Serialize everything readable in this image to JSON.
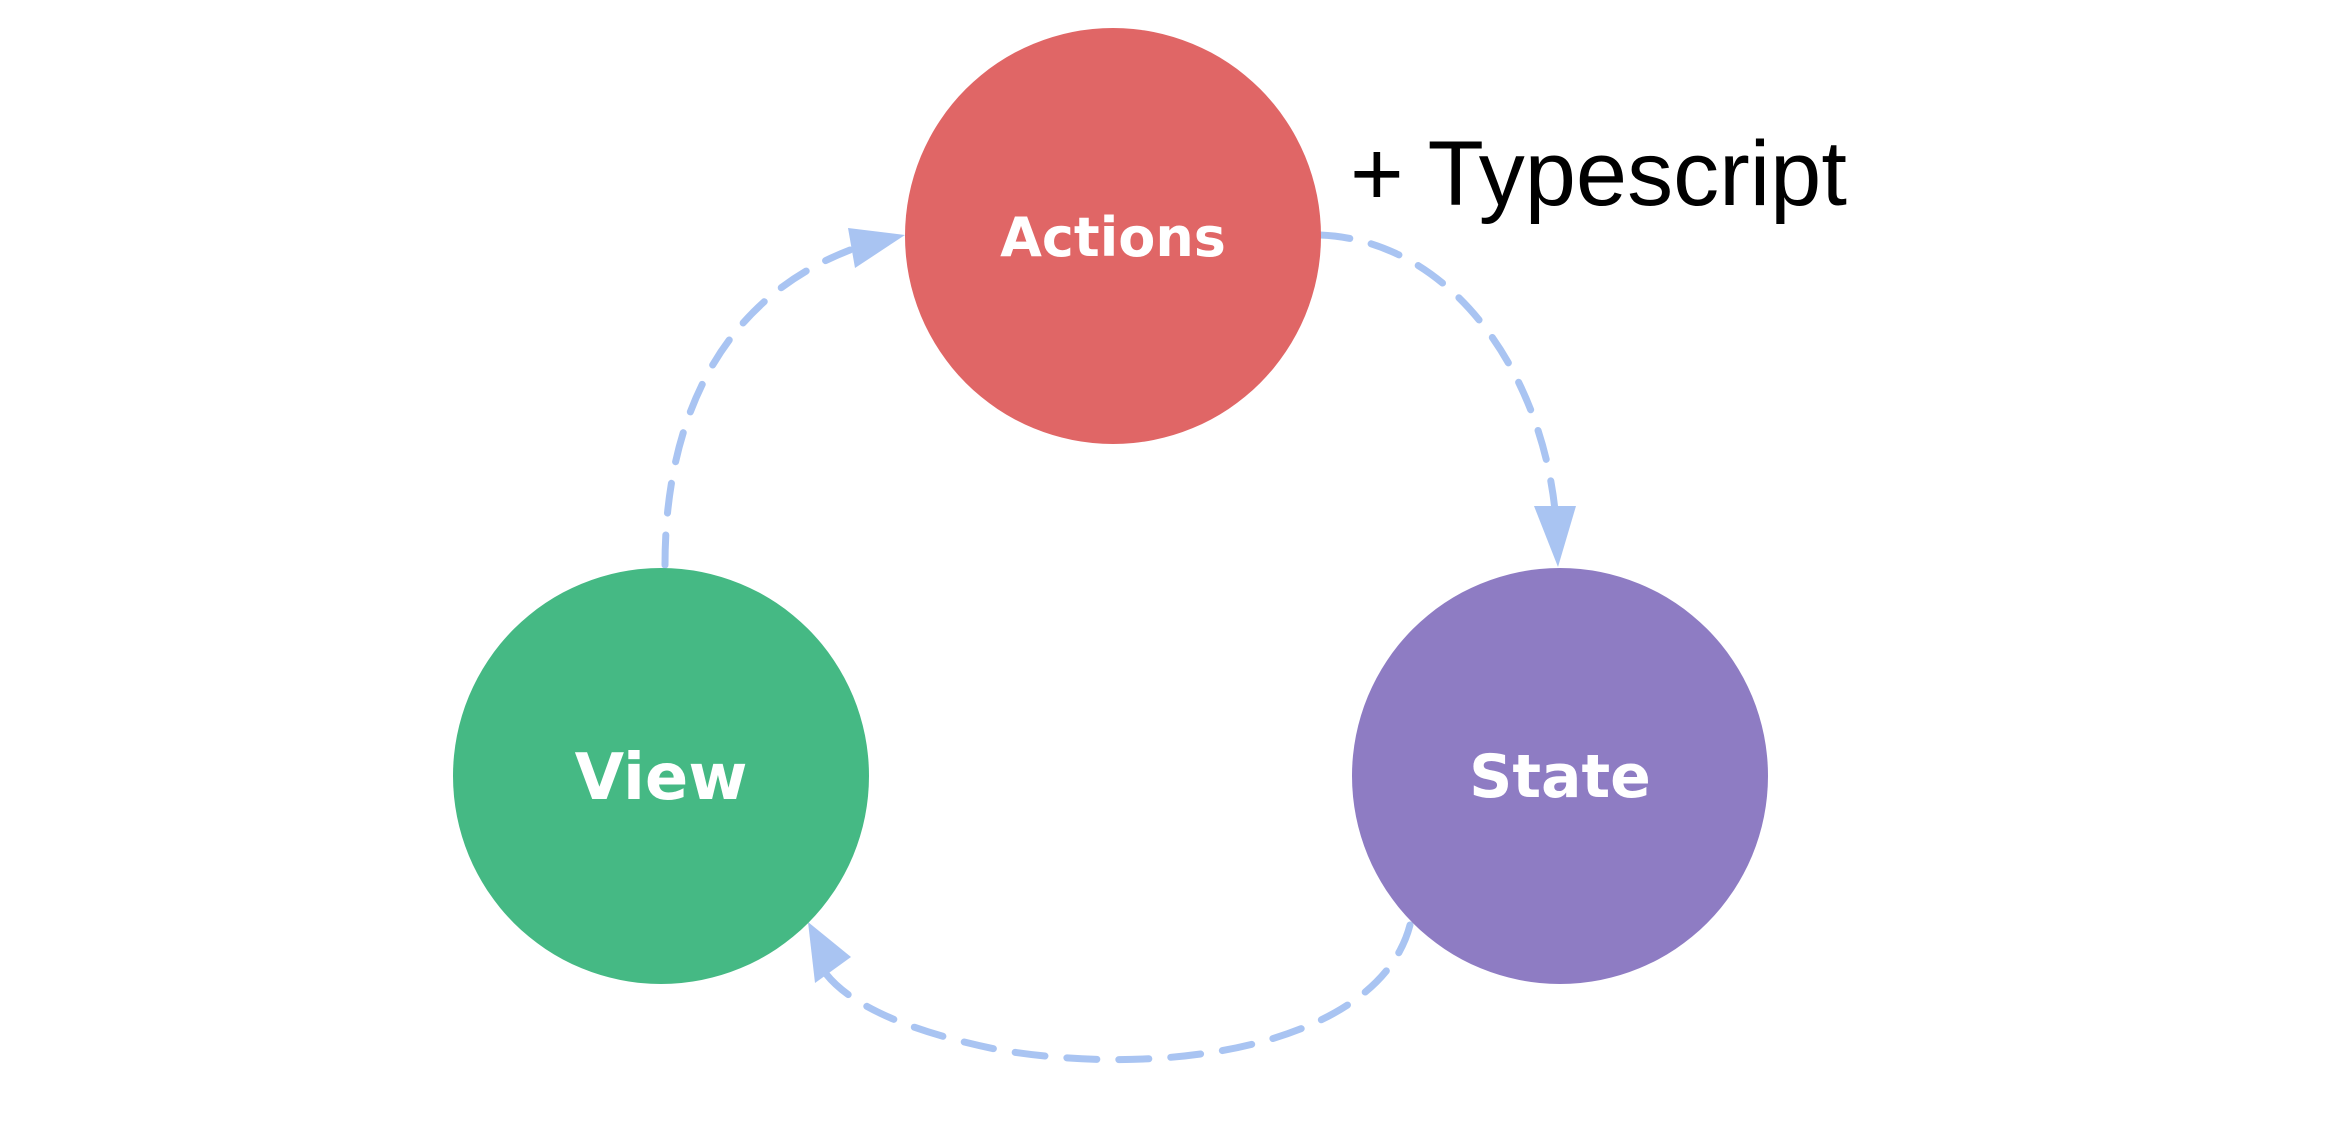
{
  "colors": {
    "background": "#ffffff",
    "arrow": "#a9c4f2",
    "actions": "#e06666",
    "state": "#8e7cc3",
    "view": "#45b984",
    "label": "#ffffff",
    "caption": "#000000"
  },
  "nodes": {
    "actions": {
      "label": "Actions"
    },
    "state": {
      "label": "State"
    },
    "view": {
      "label": "View"
    }
  },
  "caption": "+ Typescript"
}
